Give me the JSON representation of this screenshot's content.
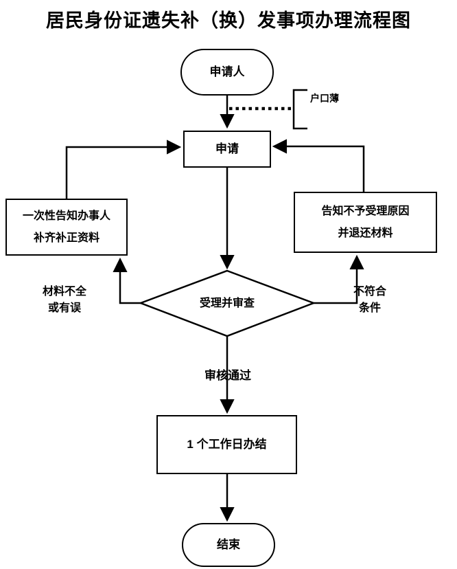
{
  "title": "居民身份证遗失补（换）发事项办理流程图",
  "nodes": {
    "applicant": "申请人",
    "household_register": "户口薄",
    "apply": "申请",
    "left_notice_line1": "一次性告知办事人",
    "left_notice_line2": "补齐补正资料",
    "right_notice_line1": "告知不予受理原因",
    "right_notice_line2": "并退还材料",
    "review": "受理并审查",
    "incomplete_line1": "材料不全",
    "incomplete_line2": "或有误",
    "unqualified_line1": "不符合",
    "unqualified_line2": "条件",
    "approved": "审核通过",
    "complete": "1 个工作日办结",
    "end": "结束"
  }
}
